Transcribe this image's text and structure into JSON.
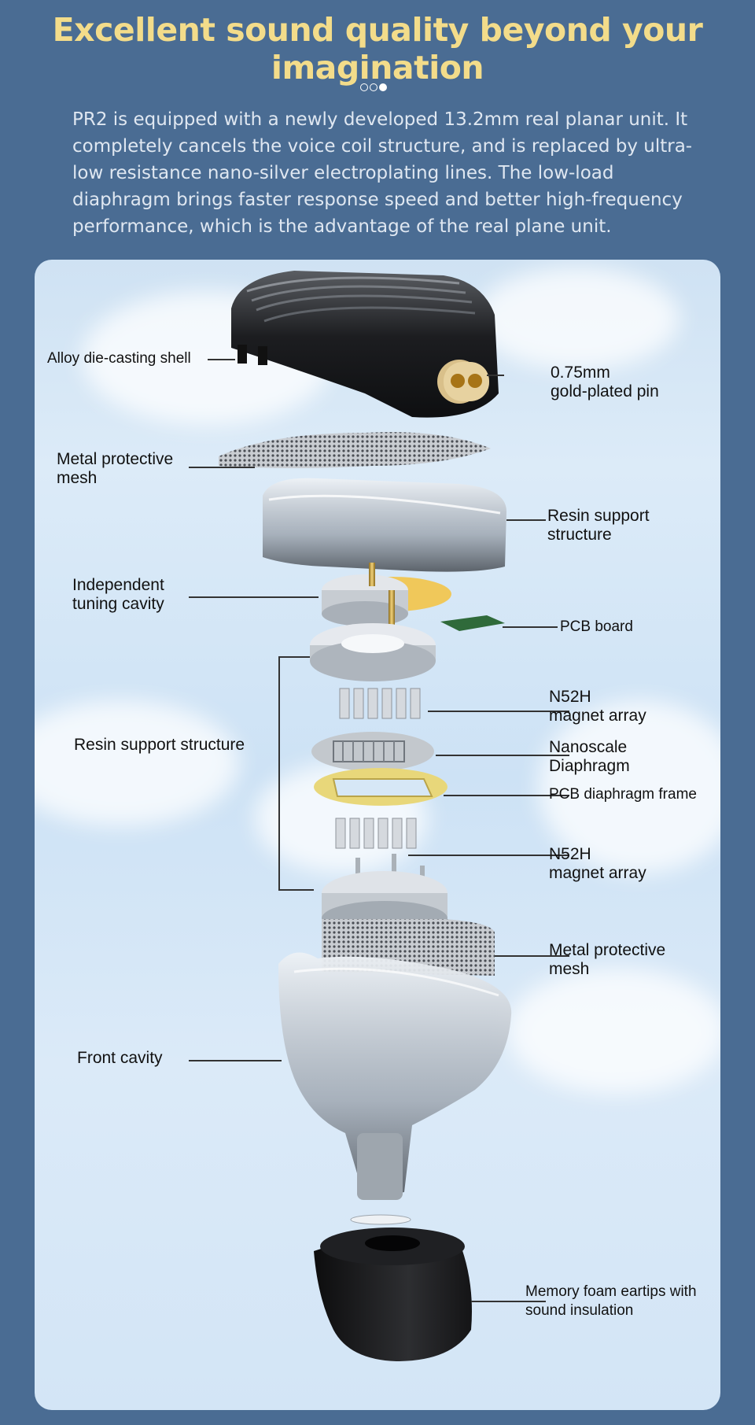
{
  "header": {
    "title": "Excellent sound quality beyond your imagination",
    "intro": "PR2 is equipped with a newly developed 13.2mm real planar unit. It completely cancels the voice coil structure, and is replaced by ultra-low resistance nano-silver electroplating lines. The low-load diaphragm brings faster response speed and better high-frequency performance, which is the advantage of the real plane unit.",
    "pager": {
      "count": 3,
      "active": 3
    }
  },
  "labels": {
    "alloy_shell": "Alloy die-casting shell",
    "gold_pin_1": "0.75mm",
    "gold_pin_2": "gold-plated pin",
    "metal_mesh_top_1": "Metal protective",
    "metal_mesh_top_2": "mesh",
    "resin_structure_top_1": "Resin support",
    "resin_structure_top_2": "structure",
    "tuning_cavity_1": "Independent",
    "tuning_cavity_2": "tuning cavity",
    "pcb_board": "PCB board",
    "magnet_top_1": "N52H",
    "magnet_top_2": "magnet array",
    "resin_structure_side": "Resin support structure",
    "diaphragm_1": "Nanoscale",
    "diaphragm_2": "Diaphragm",
    "diaphragm_frame": "PCB diaphragm frame",
    "magnet_bottom_1": "N52H",
    "magnet_bottom_2": "magnet array",
    "metal_mesh_bottom_1": "Metal protective",
    "metal_mesh_bottom_2": "mesh",
    "front_cavity": "Front cavity",
    "eartips_1": "Memory foam eartips with",
    "eartips_2": "sound insulation"
  },
  "colors": {
    "page_bg": "#4a6c93",
    "title": "#f3dc8a",
    "panel_bg": "#d6e7f6",
    "gold": "#c9a33a"
  }
}
